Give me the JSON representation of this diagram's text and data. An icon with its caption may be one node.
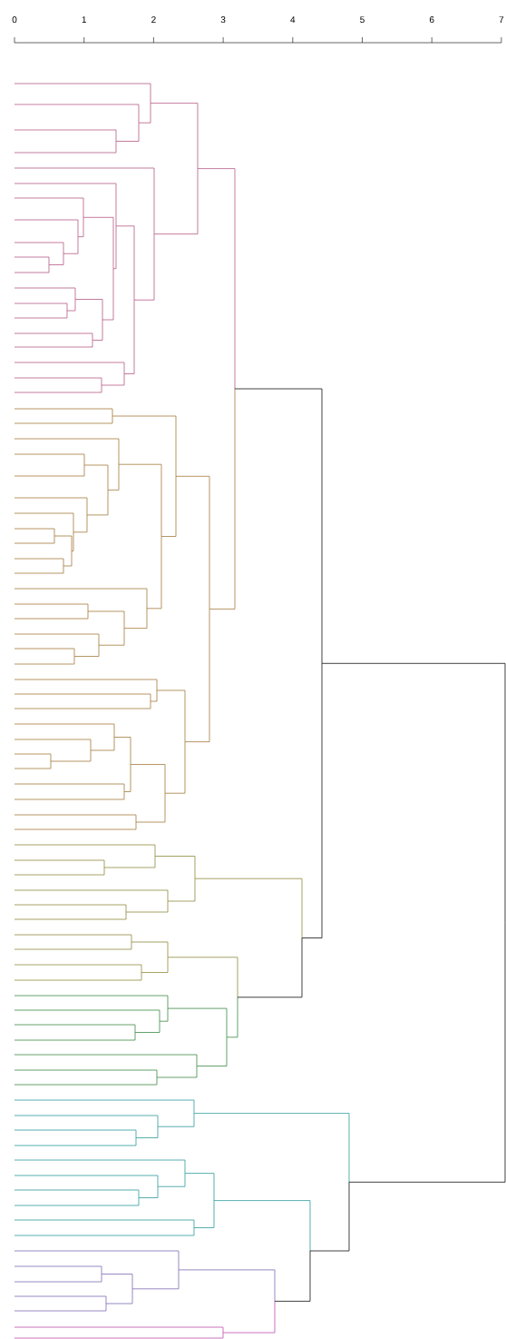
{
  "diagram": {
    "labels": [
      "0",
      "1",
      "2",
      "3",
      "4",
      "5",
      "6",
      "7"
    ]
  }
}
